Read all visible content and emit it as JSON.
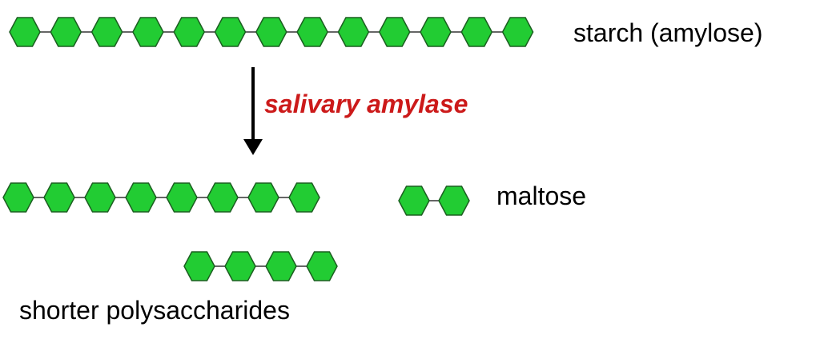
{
  "labels": {
    "starch": "starch (amylose)",
    "enzyme": "salivary amylase",
    "maltose": "maltose",
    "shorter": "shorter polysaccharides"
  },
  "colors": {
    "hexagon_fill": "#22cc33",
    "hexagon_stroke": "#1b5e20",
    "bond": "#333333",
    "arrow": "#000000",
    "enzyme_text": "#cc1a1a",
    "text": "#000000"
  },
  "chains": [
    {
      "id": "starch",
      "units": 13
    },
    {
      "id": "long-fragment",
      "units": 8
    },
    {
      "id": "maltose",
      "units": 2
    },
    {
      "id": "short-fragment",
      "units": 4
    }
  ]
}
